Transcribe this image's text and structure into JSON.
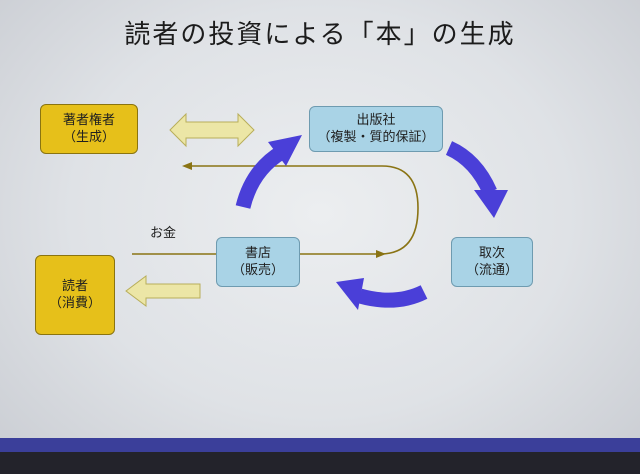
{
  "title": "読者の投資による「本」の生成",
  "nodes": {
    "author": {
      "line1": "著者権者",
      "line2": "（生成）"
    },
    "publisher": {
      "line1": "出版社",
      "line2": "（複製・質的保証）"
    },
    "distributor": {
      "line1": "取次",
      "line2": "（流通）"
    },
    "bookstore": {
      "line1": "書店",
      "line2": "（販売）"
    },
    "reader": {
      "line1": "読者",
      "line2": "（消費）"
    }
  },
  "money_label": "お金",
  "colors": {
    "gold": "#e6c01a",
    "blue_box": "#a9d3e6",
    "cycle_arrow": "#4a3fd8",
    "money_line": "#8a7414",
    "yellow_arrow": "#e9e3a0"
  }
}
